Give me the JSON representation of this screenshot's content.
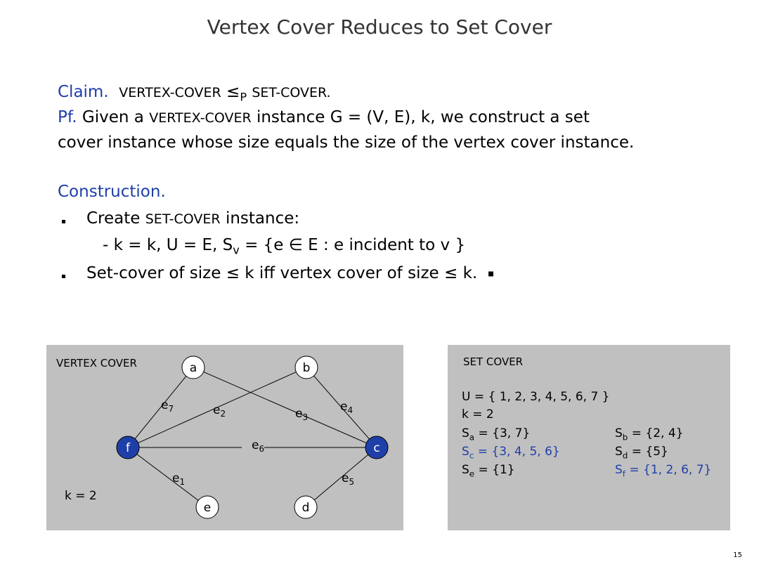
{
  "slide": {
    "title": "Vertex Cover Reduces to Set Cover",
    "page_number": "15"
  },
  "claim": {
    "label": "Claim.",
    "text_a": "VERTEX-COVER",
    "le": "≤",
    "sub_p": "P",
    "text_b": "SET-COVER."
  },
  "proof": {
    "label": "Pf.",
    "text_a": "Given a",
    "vc": "VERTEX-COVER",
    "text_b": "instance G = (V, E), k, we construct a set",
    "line2": "cover instance whose size equals the size of the vertex cover instance."
  },
  "construction": {
    "label": "Construction.",
    "bullet1_a": "Create",
    "bullet1_sc": "SET-COVER",
    "bullet1_b": "instance:",
    "sub_a": "- k = k,  U = E,  S",
    "sub_v": "v",
    "sub_b": " = {e ∈ E : e incident to v }",
    "bullet2": "Set-cover of size ≤ k iff vertex cover of size ≤ k.",
    "qed": "▪"
  },
  "vertex_cover_panel": {
    "label": "VERTEX COVER",
    "k_text": "k = 2",
    "highlight_color": "#1f3fa8",
    "nodes": [
      {
        "id": "a",
        "label": "a",
        "selected": false
      },
      {
        "id": "b",
        "label": "b",
        "selected": false
      },
      {
        "id": "f",
        "label": "f",
        "selected": true
      },
      {
        "id": "c",
        "label": "c",
        "selected": true
      },
      {
        "id": "e",
        "label": "e",
        "selected": false
      },
      {
        "id": "d",
        "label": "d",
        "selected": false
      }
    ],
    "edges": [
      {
        "label": "e",
        "sub": "1",
        "from": "f",
        "to": "e"
      },
      {
        "label": "e",
        "sub": "2",
        "from": "f",
        "to": "b"
      },
      {
        "label": "e",
        "sub": "3",
        "from": "a",
        "to": "c"
      },
      {
        "label": "e",
        "sub": "4",
        "from": "b",
        "to": "c"
      },
      {
        "label": "e",
        "sub": "5",
        "from": "c",
        "to": "d"
      },
      {
        "label": "e",
        "sub": "6",
        "from": "f",
        "to": "c"
      },
      {
        "label": "e",
        "sub": "7",
        "from": "f",
        "to": "a"
      }
    ]
  },
  "set_cover_panel": {
    "label": "SET COVER",
    "universe": "U = { 1, 2, 3, 4, 5, 6, 7 }",
    "k_text": "k = 2",
    "sets": [
      {
        "name": "S",
        "sub": "a",
        "value": "= {3, 7}",
        "selected": false
      },
      {
        "name": "S",
        "sub": "b",
        "value": "= {2, 4}",
        "selected": false
      },
      {
        "name": "S",
        "sub": "c",
        "value": "= {3, 4, 5, 6}",
        "selected": true
      },
      {
        "name": "S",
        "sub": "d",
        "value": "= {5}",
        "selected": false
      },
      {
        "name": "S",
        "sub": "e",
        "value": "= {1}",
        "selected": false
      },
      {
        "name": "S",
        "sub": "f",
        "value": "= {1, 2, 6, 7}",
        "selected": true
      }
    ]
  }
}
